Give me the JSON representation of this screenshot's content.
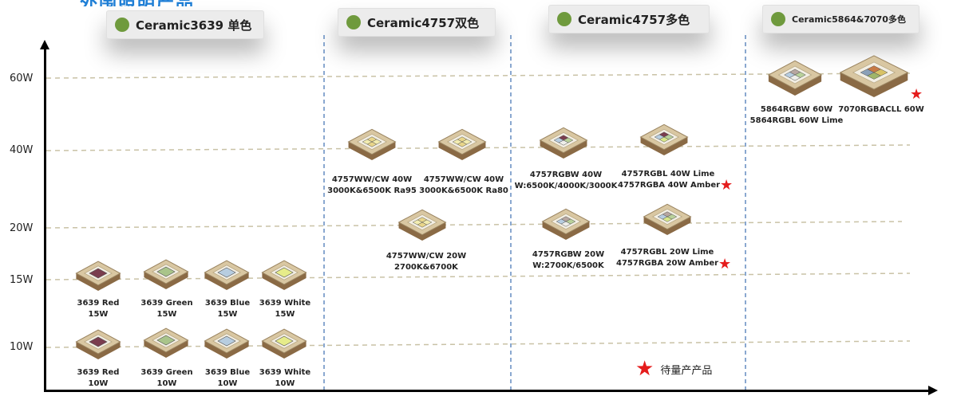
{
  "title_fragment": "外围照明产品",
  "categories": [
    {
      "label": "Ceramic3639 单色"
    },
    {
      "label": "Ceramic4757双色"
    },
    {
      "label": "Ceramic4757多色"
    },
    {
      "label": "Ceramic5864&7070多色"
    }
  ],
  "y_axis": {
    "ticks": [
      "60W",
      "40W",
      "20W",
      "15W",
      "10W"
    ]
  },
  "products": [
    {
      "lines": [
        "3639 Red",
        "15W"
      ],
      "colors": [
        "#7a3d4e"
      ]
    },
    {
      "lines": [
        "3639 Green",
        "15W"
      ],
      "colors": [
        "#a9c48a"
      ]
    },
    {
      "lines": [
        "3639 Blue",
        "15W"
      ],
      "colors": [
        "#b7cde0"
      ]
    },
    {
      "lines": [
        "3639 White",
        "15W"
      ],
      "colors": [
        "#e6ec8a"
      ]
    },
    {
      "lines": [
        "3639 Red",
        "10W"
      ],
      "colors": [
        "#7a3d4e"
      ]
    },
    {
      "lines": [
        "3639 Green",
        "10W"
      ],
      "colors": [
        "#a9c48a"
      ]
    },
    {
      "lines": [
        "3639 Blue",
        "10W"
      ],
      "colors": [
        "#b7cde0"
      ]
    },
    {
      "lines": [
        "3639 White",
        "10W"
      ],
      "colors": [
        "#e6ec8a"
      ]
    },
    {
      "lines": [
        "4757WW/CW 40W",
        "3000K&6500K Ra95"
      ],
      "colors": [
        "#e8d58a",
        "#f2ecb0",
        "#f2ecb0",
        "#e8d58a"
      ]
    },
    {
      "lines": [
        "4757WW/CW 40W",
        "3000K&6500K Ra80"
      ],
      "colors": [
        "#e8d58a",
        "#f2ecb0",
        "#f2ecb0",
        "#e8d58a"
      ]
    },
    {
      "lines": [
        "4757WW/CW 20W",
        "2700K&6700K"
      ],
      "colors": [
        "#e8d58a",
        "#f2ecb0",
        "#f2ecb0",
        "#e8d58a"
      ]
    },
    {
      "lines": [
        "4757RGBW 40W",
        "W:6500K/4000K/3000K"
      ],
      "colors": [
        "#7a3d4e",
        "#b9d19a",
        "#b7cde0",
        "#eeeeea"
      ]
    },
    {
      "lines": [
        "4757RGBL 40W Lime",
        "4757RGBA 40W Amber"
      ],
      "colors": [
        "#7a3d4e",
        "#b9d19a",
        "#b7cde0",
        "#d8e88a"
      ]
    },
    {
      "lines": [
        "4757RGBW 20W",
        "W:2700K/6500K"
      ],
      "colors": [
        "#b7a6a0",
        "#b9d19a",
        "#b7cde0",
        "#eeeeea"
      ]
    },
    {
      "lines": [
        "4757RGBL 20W Lime",
        "4757RGBA 20W Amber"
      ],
      "colors": [
        "#b7a6a0",
        "#b9d19a",
        "#b7cde0",
        "#d8e88a"
      ]
    },
    {
      "lines": [
        "5864RGBW 60W",
        "5864RGBL 60W Lime"
      ],
      "colors": [
        "#b7a6a0",
        "#b9d19a",
        "#b7cde0",
        "#eeeeea"
      ]
    },
    {
      "lines": [
        "7070RGBACLL 60W"
      ],
      "colors": [
        "#c77a45",
        "#d8c266",
        "#8aa0b8",
        "#9fb56a"
      ]
    }
  ],
  "legend": {
    "label": "待量产产品"
  }
}
